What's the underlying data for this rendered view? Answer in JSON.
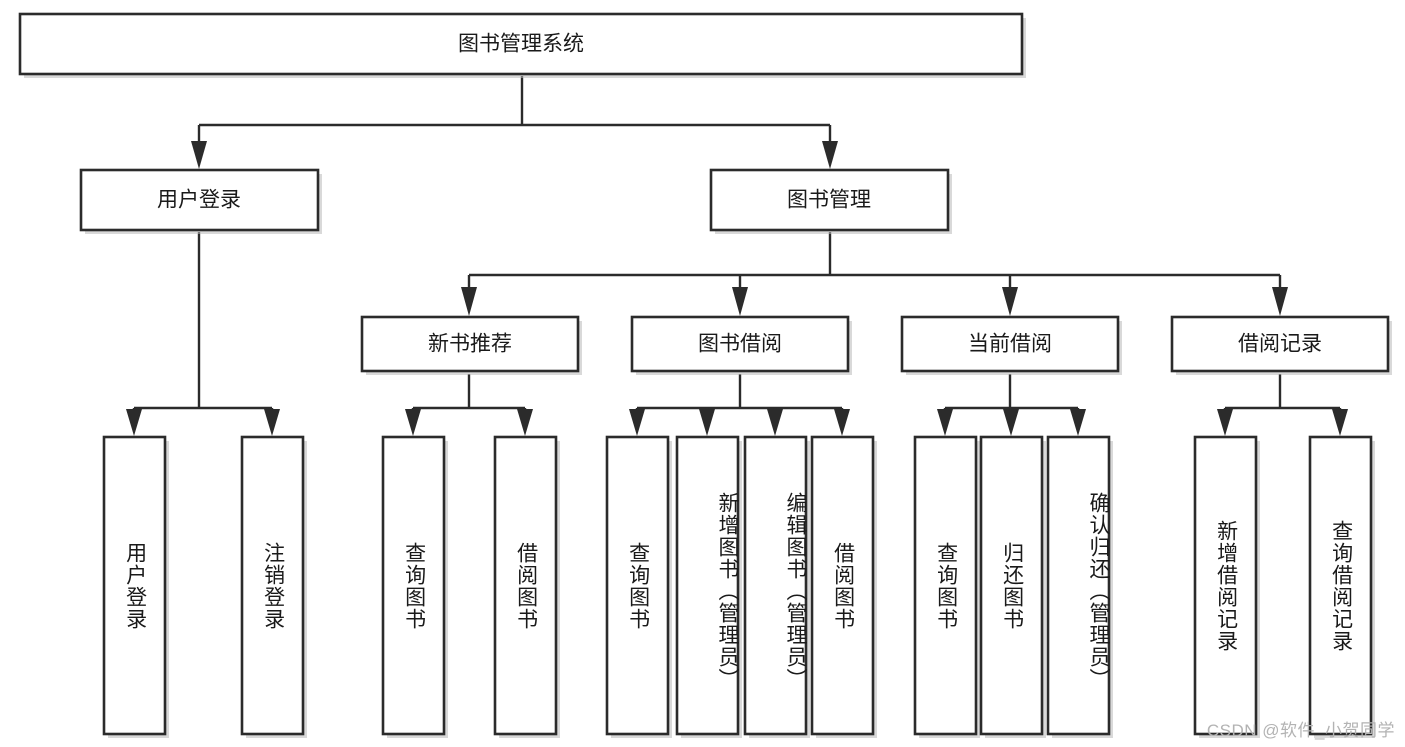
{
  "diagram": {
    "title": "图书管理系统",
    "type": "tree-hierarchy",
    "orientation": "top-down",
    "colors": {
      "box_stroke": "#2b2b2b",
      "box_fill": "#ffffff",
      "edge": "#2b2b2b",
      "text": "#1a1a1a",
      "background": "#ffffff",
      "watermark": "#b3b3b3"
    },
    "root": {
      "label": "图书管理系统"
    },
    "level2": [
      {
        "label": "用户登录"
      },
      {
        "label": "图书管理"
      }
    ],
    "level3": [
      {
        "label": "新书推荐"
      },
      {
        "label": "图书借阅"
      },
      {
        "label": "当前借阅"
      },
      {
        "label": "借阅记录"
      }
    ],
    "leaves": {
      "user_login": [
        {
          "label": "用户登录"
        },
        {
          "label": "注销登录"
        }
      ],
      "new_book_recommend": [
        {
          "label": "查询图书"
        },
        {
          "label": "借阅图书"
        }
      ],
      "book_borrow": [
        {
          "label": "查询图书"
        },
        {
          "label": "新增图书（管理员）"
        },
        {
          "label": "编辑图书（管理员）"
        },
        {
          "label": "借阅图书"
        }
      ],
      "current_borrow": [
        {
          "label": "查询图书"
        },
        {
          "label": "归还图书"
        },
        {
          "label": "确认归还（管理员）"
        }
      ],
      "borrow_record": [
        {
          "label": "新增借阅记录"
        },
        {
          "label": "查询借阅记录"
        }
      ]
    }
  },
  "watermark": {
    "text": "CSDN @软件_小贺同学"
  }
}
